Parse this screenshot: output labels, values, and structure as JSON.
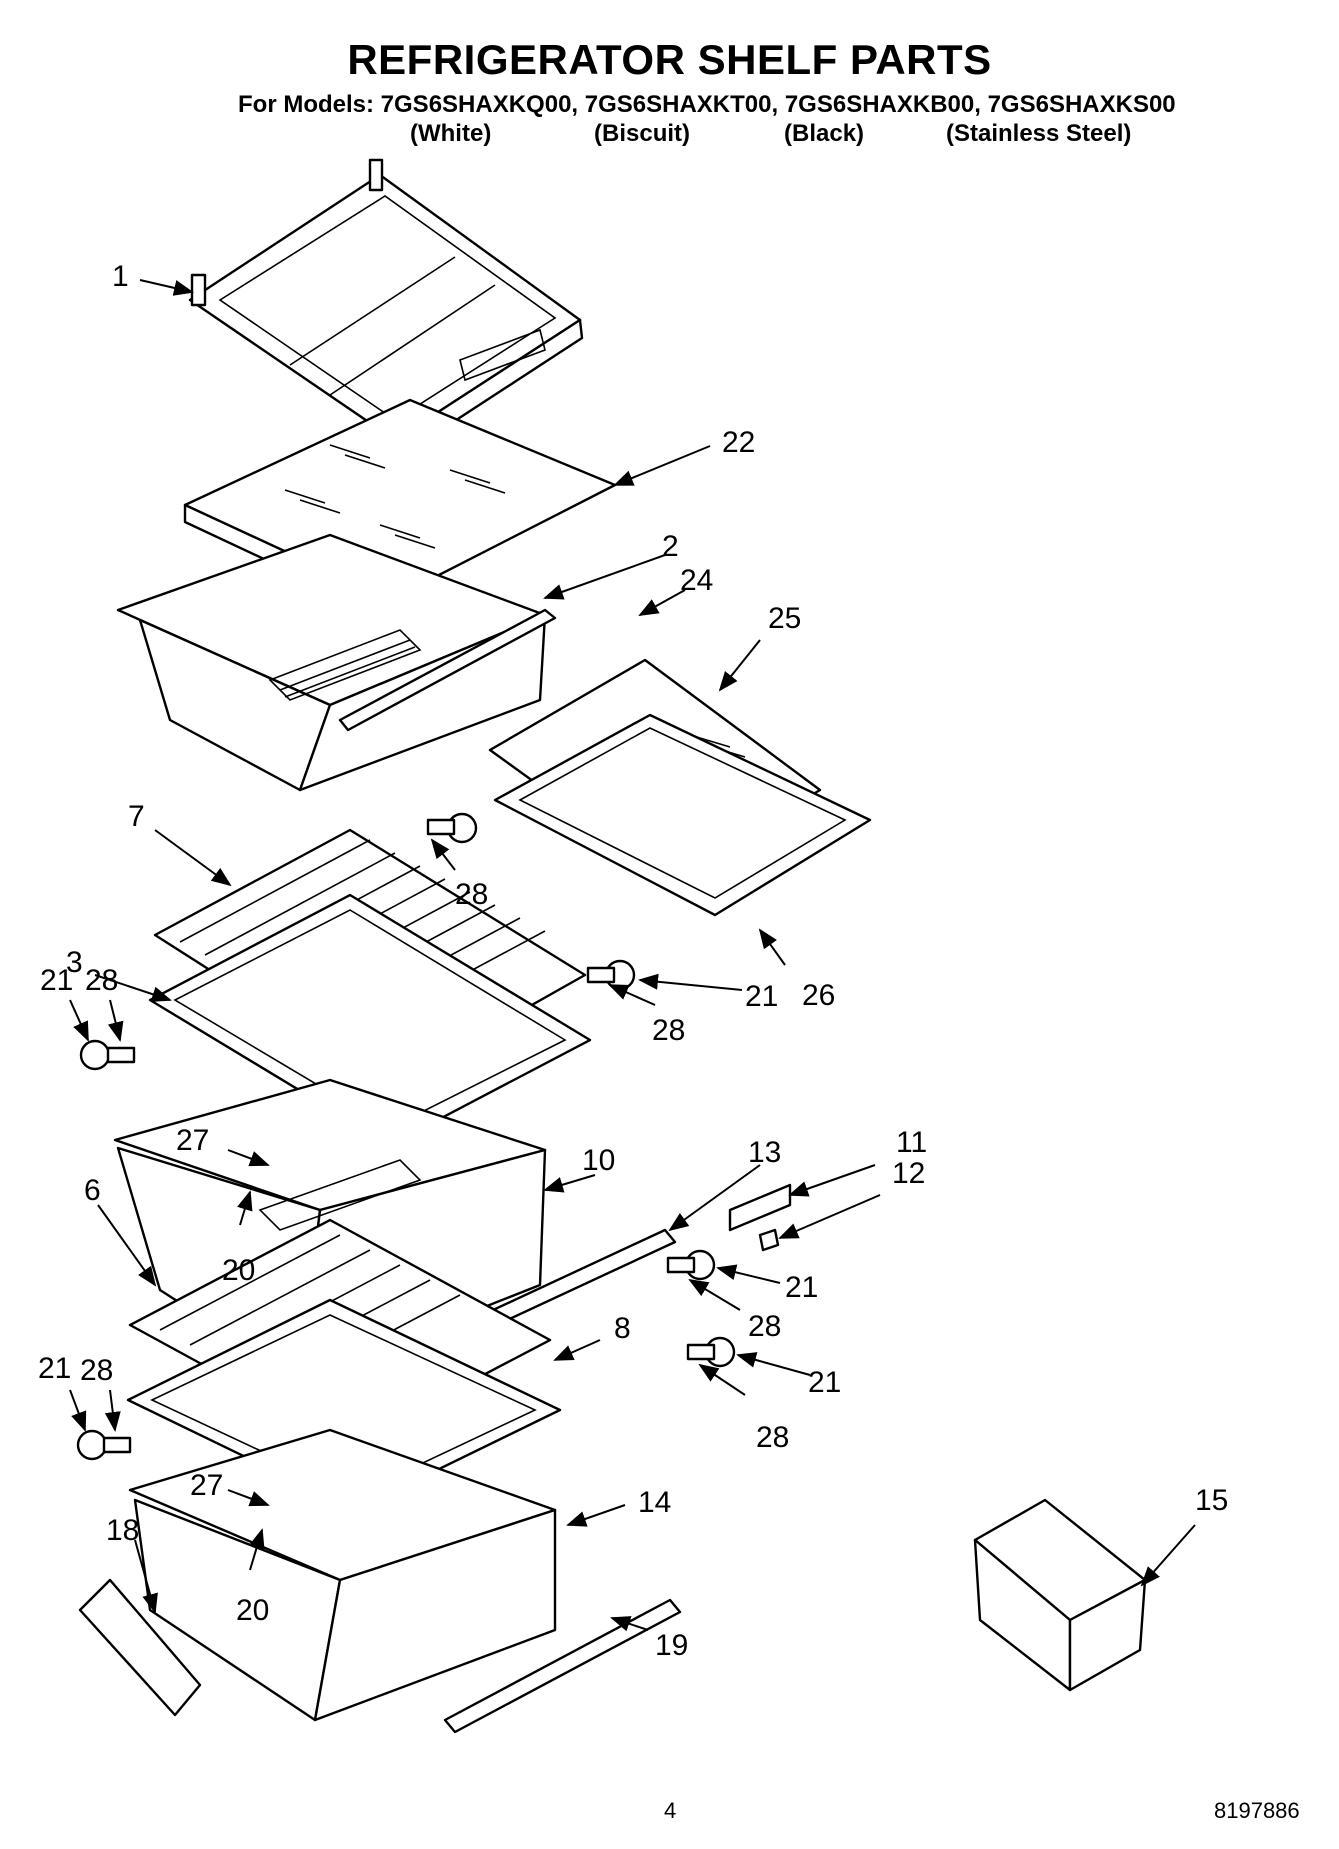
{
  "title": "REFRIGERATOR SHELF PARTS",
  "models_line": "For Models: 7GS6SHAXKQ00, 7GS6SHAXKT00, 7GS6SHAXKB00, 7GS6SHAXKS00",
  "variants": [
    "(White)",
    "(Biscuit)",
    "(Black)",
    "(Stainless Steel)"
  ],
  "callouts": {
    "c1": "1",
    "c22": "22",
    "c2": "2",
    "c24": "24",
    "c25": "25",
    "c7": "7",
    "c28a": "28",
    "c3": "3",
    "c21a": "21",
    "c28b": "28",
    "c21b": "21",
    "c26": "26",
    "c28c": "28",
    "c27a": "27",
    "c10": "10",
    "c13": "13",
    "c11": "11",
    "c12": "12",
    "c6": "6",
    "c20a": "20",
    "c21c": "21",
    "c28d": "28",
    "c8": "8",
    "c21d": "21",
    "c28e": "28",
    "c28f": "28",
    "c21e": "21",
    "c27b": "27",
    "c14": "14",
    "c15": "15",
    "c18": "18",
    "c20b": "20",
    "c19": "19"
  },
  "page_number": "4",
  "document_number": "8197886"
}
